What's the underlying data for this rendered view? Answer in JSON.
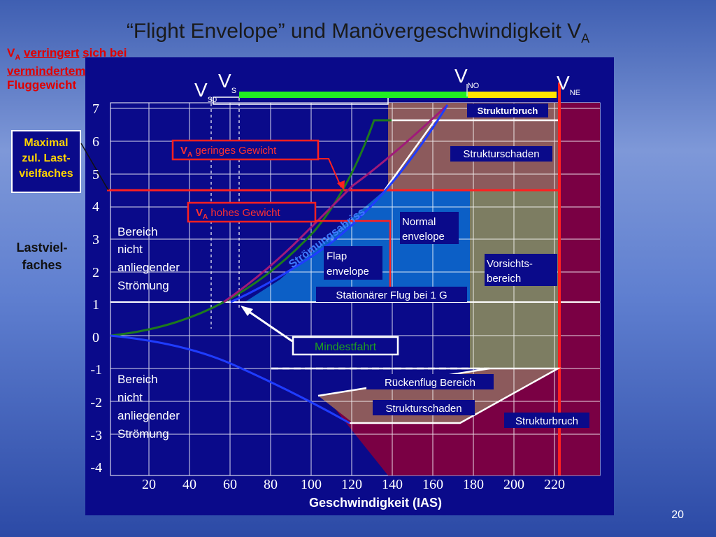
{
  "slide": {
    "title_quote_open": "“",
    "title_main": "Flight Envelope” und Manövergeschwindigkeit V",
    "title_sub": "A",
    "note": {
      "prefix": "V",
      "prefix_sub": "A",
      "word1": "verringert",
      "word2": "sich bei",
      "word3": "vermindertem",
      "word4": "Fluggewicht"
    },
    "max_box": [
      "Maximal",
      "zul. Last-",
      "vielfaches"
    ],
    "y_axis_label": [
      "Lastviel-",
      "faches"
    ],
    "page_number": "20"
  },
  "chart_data": {
    "type": "diagram",
    "y_ticks": [
      "7",
      "6",
      "5",
      "4",
      "3",
      "2",
      "1",
      "0",
      "-1",
      "-2",
      "-3",
      "-4"
    ],
    "x_ticks": [
      "20",
      "40",
      "60",
      "80",
      "100",
      "120",
      "140",
      "160",
      "180",
      "200",
      "220"
    ],
    "xlabel": "Geschwindigkeit (IAS)",
    "speed_labels": {
      "vs0": {
        "main": "V",
        "sub": "S0"
      },
      "vs": {
        "main": "V",
        "sub": "S"
      },
      "vno": {
        "main": "V",
        "sub": "NO"
      },
      "vne": {
        "main": "V",
        "sub": "NE"
      }
    },
    "annotations": {
      "strukturbruch_top": "Strukturbruch",
      "strukturschaden_top": "Strukturschaden",
      "va_low_main": "V",
      "va_low_sub": "A",
      "va_low_text": " geringes Gewicht",
      "va_high_main": "V",
      "va_high_sub": "A",
      "va_high_text": " hohes Gewicht",
      "stroemungsabriss": "Strömungsabriss",
      "normal_envelope": [
        "Normal",
        "envelope"
      ],
      "flap_envelope": [
        "Flap",
        "envelope"
      ],
      "vorsicht": [
        "Vorsichts-",
        "bereich"
      ],
      "stationaer": "Stationärer Flug bei 1 G",
      "bereich_top": [
        "Bereich",
        "nicht",
        "anliegender",
        "Strömung"
      ],
      "bereich_bottom": [
        "Bereich",
        "nicht",
        "anliegender",
        "Strömung"
      ],
      "mindestfahrt": "Mindestfahrt",
      "rueckenflug": "Rückenflug Bereich",
      "strukturschaden_bottom": "Strukturschaden",
      "strukturbruch_bottom": "Strukturbruch"
    },
    "colors": {
      "panel": "#0a0a8a",
      "red_line": "#ff2020",
      "green_bar": "#22ee22",
      "yellow_bar": "#ffe600",
      "structural_damage": "#8c5a5c",
      "structural_failure": "#7a0044",
      "caution": "#7d7d62",
      "normal_envelope": "#0c5fc6"
    }
  }
}
